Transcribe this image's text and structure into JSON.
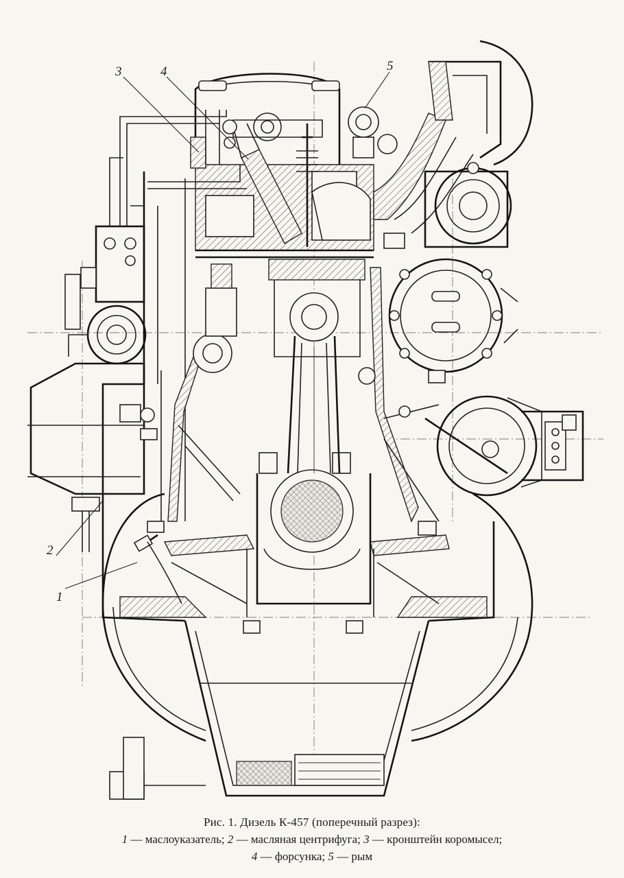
{
  "caption": {
    "title": "Рис. 1. Дизель К-457 (поперечный разрез):",
    "legend": [
      {
        "number": "1",
        "text": "— маслоуказатель;"
      },
      {
        "number": "2",
        "text": "— масляная центрифуга;"
      },
      {
        "number": "3",
        "text": "— кронштейн коромысел;"
      },
      {
        "number": "4",
        "text": "— форсунка;"
      },
      {
        "number": "5",
        "text": "— рым"
      }
    ]
  },
  "callouts": [
    {
      "number": "1",
      "part": "маслоуказатель"
    },
    {
      "number": "2",
      "part": "масляная центрифуга"
    },
    {
      "number": "3",
      "part": "кронштейн коромысел"
    },
    {
      "number": "4",
      "part": "форсунка"
    },
    {
      "number": "5",
      "part": "рым"
    }
  ]
}
